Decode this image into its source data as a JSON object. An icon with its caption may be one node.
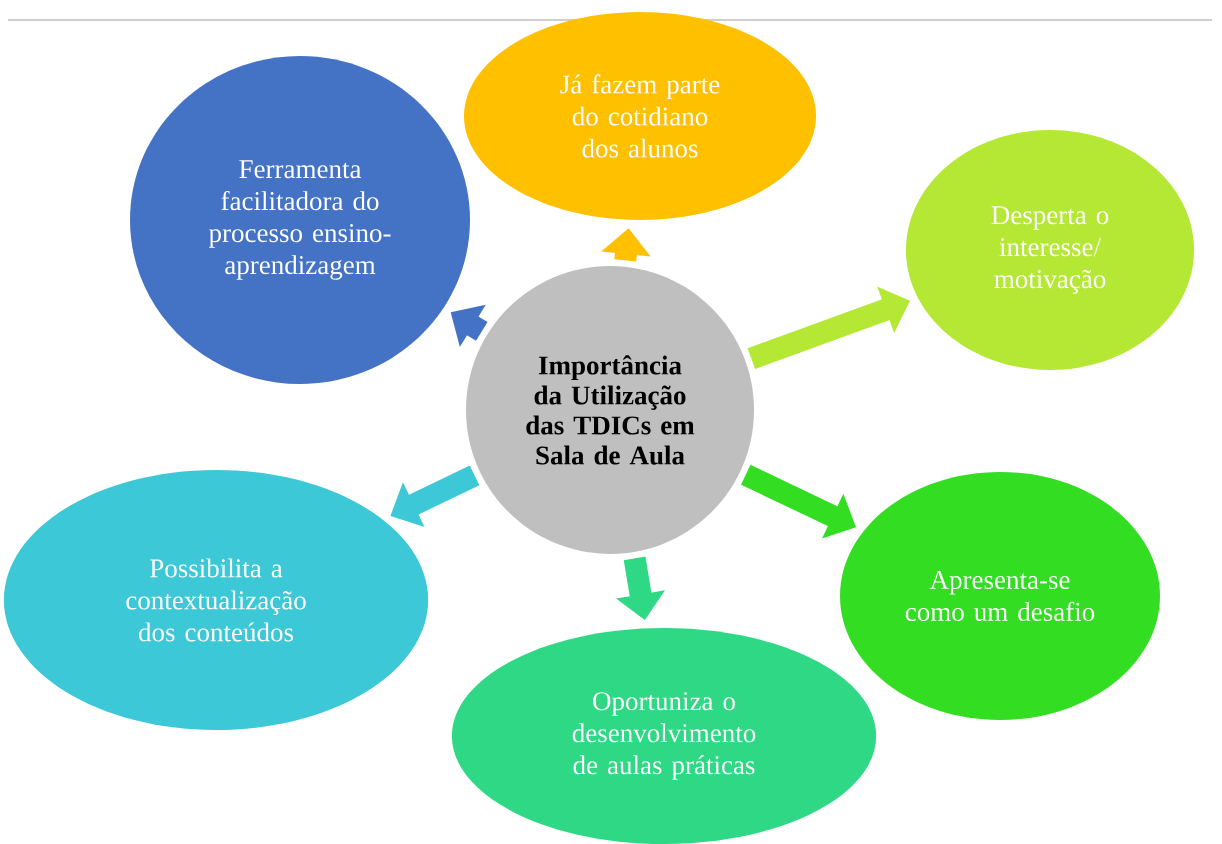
{
  "diagram": {
    "nodes": [
      {
        "text": [
          "Importância da Utilização das TDICs em Sala de Aula"
        ]
      },
      {
        "text": [
          "Já fazem parte do cotidiano dos alunos"
        ]
      },
      {
        "text": [
          "Ferramenta facilitadora do processo ensino-aprendizagem"
        ]
      },
      {
        "text": [
          "Desperta o interesse/ motivação"
        ]
      },
      {
        "text": [
          "Apresenta-se como um desafio"
        ]
      },
      {
        "text": [
          "Oportuniza o desenvolvimento de aulas práticas"
        ]
      },
      {
        "text": [
          "Possibilita a contextualização dos conteúdos"
        ]
      }
    ],
    "edges": [
      {
        "from": 0,
        "to": 1,
        "arrow": "to",
        "color": "#ffc000"
      },
      {
        "from": 0,
        "to": 2,
        "arrow": "to",
        "color": "#4472c4"
      },
      {
        "from": 0,
        "to": 3,
        "arrow": "to",
        "color": "#b4e834"
      },
      {
        "from": 0,
        "to": 4,
        "arrow": "to",
        "color": "#33dd22"
      },
      {
        "from": 0,
        "to": 5,
        "arrow": "to",
        "color": "#2ed884"
      },
      {
        "from": 0,
        "to": 6,
        "arrow": "to",
        "color": "#3cc8d6"
      }
    ]
  }
}
